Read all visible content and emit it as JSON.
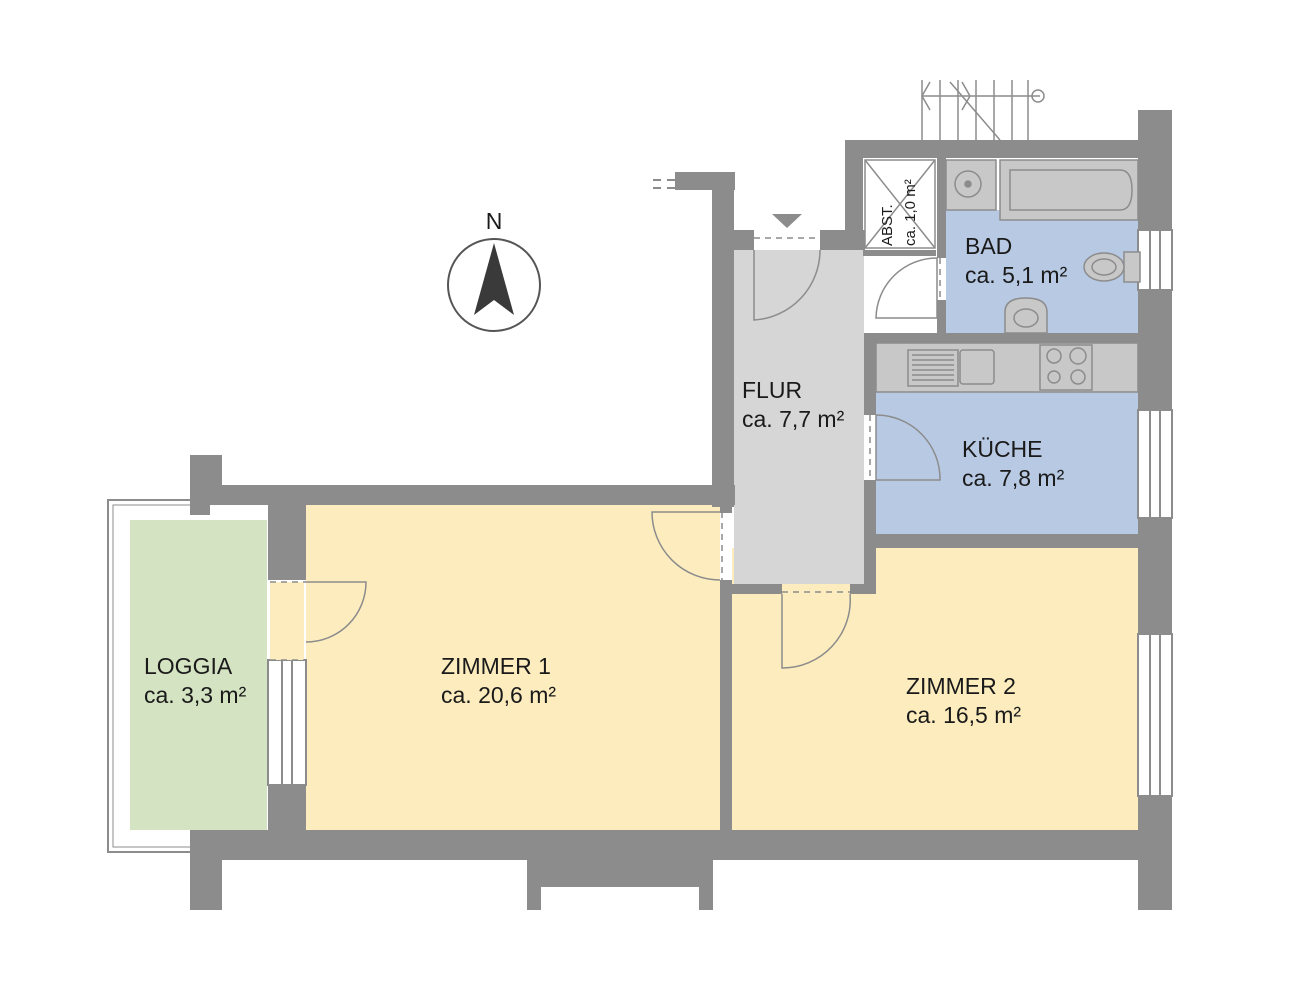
{
  "colors": {
    "wall": "#8c8c8c",
    "living": "#fcecbe",
    "loggia": "#d4e3c2",
    "service": "#b8c9e3",
    "hall": "#d6d6d6",
    "fixture": "#c8c8c8",
    "line": "#7a7a7a"
  },
  "compass": {
    "label": "N",
    "icon": "north-arrow-icon"
  },
  "rooms": {
    "loggia": {
      "name": "LOGGIA",
      "area": "ca. 3,3 m²"
    },
    "zimmer1": {
      "name": "ZIMMER 1",
      "area": "ca. 20,6 m²"
    },
    "zimmer2": {
      "name": "ZIMMER 2",
      "area": "ca. 16,5 m²"
    },
    "flur": {
      "name": "FLUR",
      "area": "ca. 7,7 m²"
    },
    "kueche": {
      "name": "KÜCHE",
      "area": "ca. 7,8 m²"
    },
    "bad": {
      "name": "BAD",
      "area": "ca. 5,1 m²"
    },
    "abst": {
      "name": "ABST.",
      "area": "ca. 1,0 m²"
    }
  }
}
